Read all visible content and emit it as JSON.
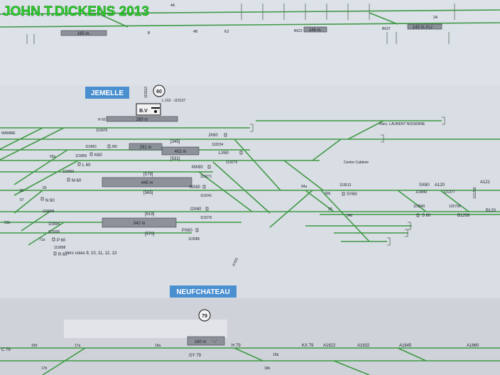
{
  "watermark": "JOHN.T.DICKENS  2013",
  "colors": {
    "track": "#3f9a45",
    "watermark": "#2bd12b",
    "station_badge": "#4a8fd0",
    "signal_orange": "#e06a18",
    "background": "#d9dde4"
  },
  "top_section": {
    "platforms": [
      "165 m.",
      "146 m.",
      "143 m."
    ],
    "labels": [
      "4B",
      "B",
      "K3",
      "B622",
      "B637",
      "2A",
      "PL2",
      "4A"
    ]
  },
  "jemelle": {
    "name": "JEMELLE",
    "speed_limit": "60",
    "building": "B.V",
    "building_note": "L.162 - 119127",
    "top_km": "119112",
    "platforms": [
      {
        "length": "289 m",
        "signal": "H 60",
        "km": "115876"
      },
      {
        "length": "291 m"
      },
      {
        "length": "402 m"
      },
      {
        "length": "445 m"
      },
      {
        "length": "342 m"
      }
    ],
    "track_bracket_labels": [
      "[345]",
      "[531]",
      "[579]",
      "[565]",
      "[619]",
      "[570]"
    ],
    "signals": [
      "J60",
      "K60",
      "L 60",
      "M 60",
      "N 60",
      "P 60",
      "R 60",
      "JX60",
      "LX60",
      "MX60",
      "NX60",
      "OX60",
      "PX60",
      "SY60",
      "SX60",
      "S 60",
      "KX60"
    ],
    "km_marks": [
      "115851",
      "115856",
      "115892",
      "115898",
      "115905",
      "115895",
      "115898",
      "118234",
      "119276",
      "119271",
      "119241",
      "119276",
      "119585",
      "119513",
      "119840",
      "121377",
      "119840",
      "120709",
      "121256"
    ],
    "switch_labels": [
      "59a",
      "94a",
      "93b",
      "94b",
      "93",
      "55",
      "57",
      "71a",
      "65",
      "53b"
    ],
    "rac_label": "Racc. LAURENT NISSENNE",
    "cable_label": "Centre Cablerie",
    "far_signals": [
      "A120",
      "A121",
      "B120",
      "B1208"
    ],
    "vers_voies": "Vers voies 9, 10, 11, 12, 13",
    "left_label": "WAMME"
  },
  "neufchateau": {
    "name": "NEUFCHATEAU",
    "speed_limit": "79",
    "platform_length": "180 m",
    "signals": [
      "C 79",
      "H 79",
      "KX 79",
      "GY 79",
      "A1622",
      "A1632",
      "A1645",
      "A1660"
    ],
    "km_marks": [
      "159",
      "17a",
      "18a",
      "18b",
      "17b",
      "15b"
    ]
  }
}
